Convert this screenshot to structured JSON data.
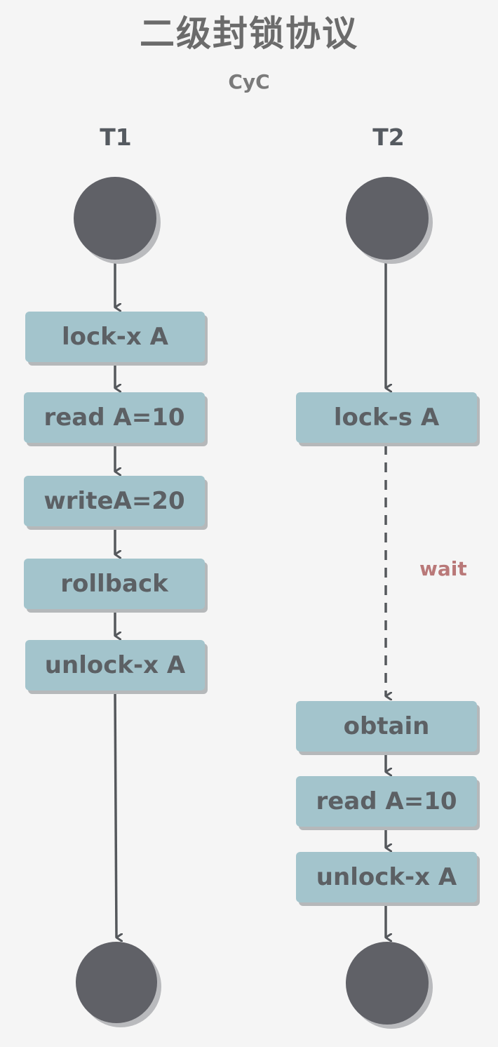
{
  "title": "二级封锁协议",
  "author": "CyC",
  "lanes": {
    "t1": {
      "label": "T1",
      "steps": [
        "lock-x A",
        "read A=10",
        "writeA=20",
        "rollback",
        "unlock-x A"
      ]
    },
    "t2": {
      "label": "T2",
      "steps": [
        "lock-s A",
        "obtain",
        "read A=10",
        "unlock-x A"
      ],
      "wait_label": "wait"
    }
  },
  "colors": {
    "node": "#606167",
    "box": "#a3c4cc",
    "text": "#5c6064",
    "edge": "#55585c",
    "wait": "#b97878"
  }
}
